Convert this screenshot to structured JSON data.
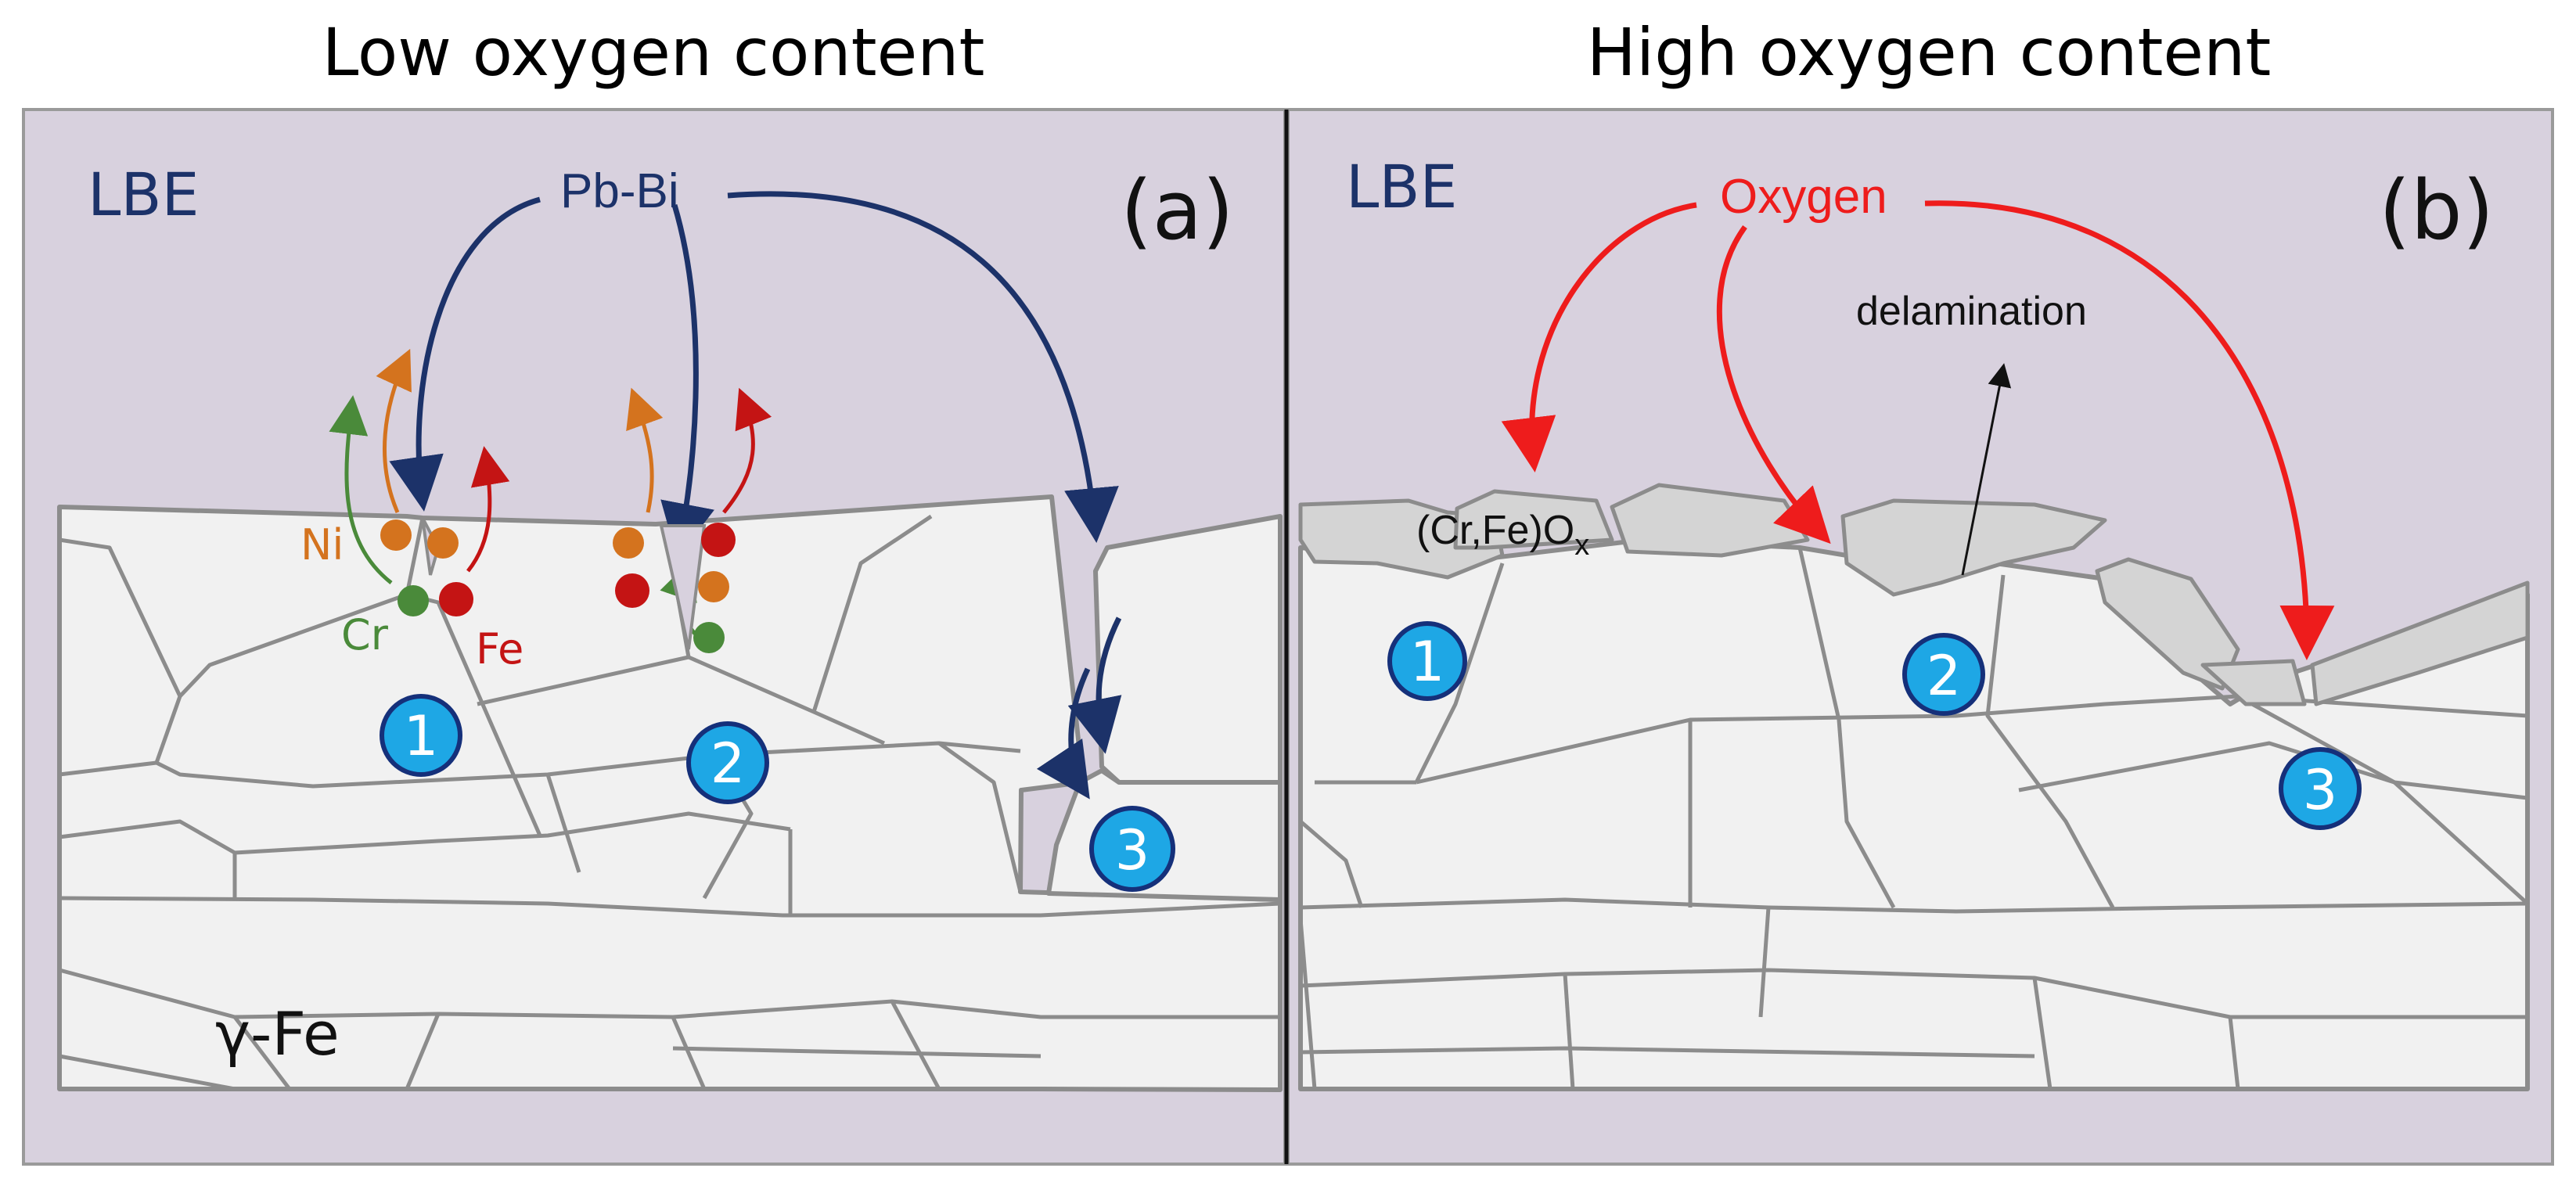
{
  "titles": {
    "left": "Low oxygen content",
    "right": "High oxygen content"
  },
  "panel_a": {
    "medium_label": "LBE",
    "panel_letter": "(a)",
    "source_label": "Pb-Bi",
    "elements": {
      "ni": "Ni",
      "cr": "Cr",
      "fe": "Fe"
    },
    "substrate_label": "γ-Fe",
    "sites": [
      "1",
      "2",
      "3"
    ]
  },
  "panel_b": {
    "medium_label": "LBE",
    "panel_letter": "(b)",
    "source_label": "Oxygen",
    "oxide_label": "(Cr,Fe)O",
    "oxide_subscript": "x",
    "delamination_label": "delamination",
    "sites": [
      "1",
      "2",
      "3"
    ]
  },
  "colors": {
    "background": "#d8d1de",
    "grain_fill": "#f1f1f1",
    "grain_boundary": "#8c8c8c",
    "oxide_fill": "#d4d4d4",
    "pbbi_arrow": "#1c3269",
    "oxygen_arrow": "#ee1c1c",
    "ni": "#d4731e",
    "cr": "#4a8a3a",
    "fe": "#c41414",
    "badge": "#1ea7e5"
  }
}
